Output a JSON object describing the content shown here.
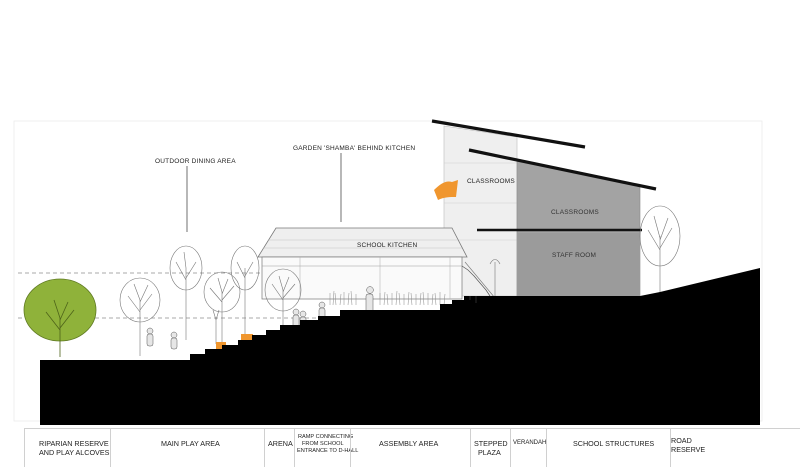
{
  "annotations": {
    "outdoor_dining": "OUTDOOR DINING AREA",
    "garden_shamba": "GARDEN 'SHAMBA' BEHIND KITCHEN",
    "classrooms_upper": "CLASSROOMS",
    "classrooms_lower": "CLASSROOMS",
    "staff_room": "STAFF ROOM",
    "school_kitchen": "SCHOOL KITCHEN"
  },
  "zones": [
    {
      "line1": "RIPARIAN RESERVE",
      "line2": "AND  PLAY ALCOVES"
    },
    {
      "line1": "MAIN PLAY AREA"
    },
    {
      "line1": "ARENA"
    },
    {
      "line1": "RAMP CONNECTING",
      "line2": "FROM SCHOOL",
      "line3": "ENTRANCE TO D-HALL"
    },
    {
      "line1": "ASSEMBLY AREA"
    },
    {
      "line1": "STEPPED",
      "line2": "PLAZA"
    },
    {
      "line1": "VERANDAH"
    },
    {
      "line1": "SCHOOL STRUCTURES"
    },
    {
      "line1": "ROAD",
      "line2": " RESERVE"
    }
  ],
  "colors": {
    "ground": "#000000",
    "building_light": "#eeeeee",
    "building_mid": "#c9c9c9",
    "building_dark": "#9b9b9b",
    "tree_green": "#8fb23a",
    "accent_orange": "#f0962e"
  }
}
